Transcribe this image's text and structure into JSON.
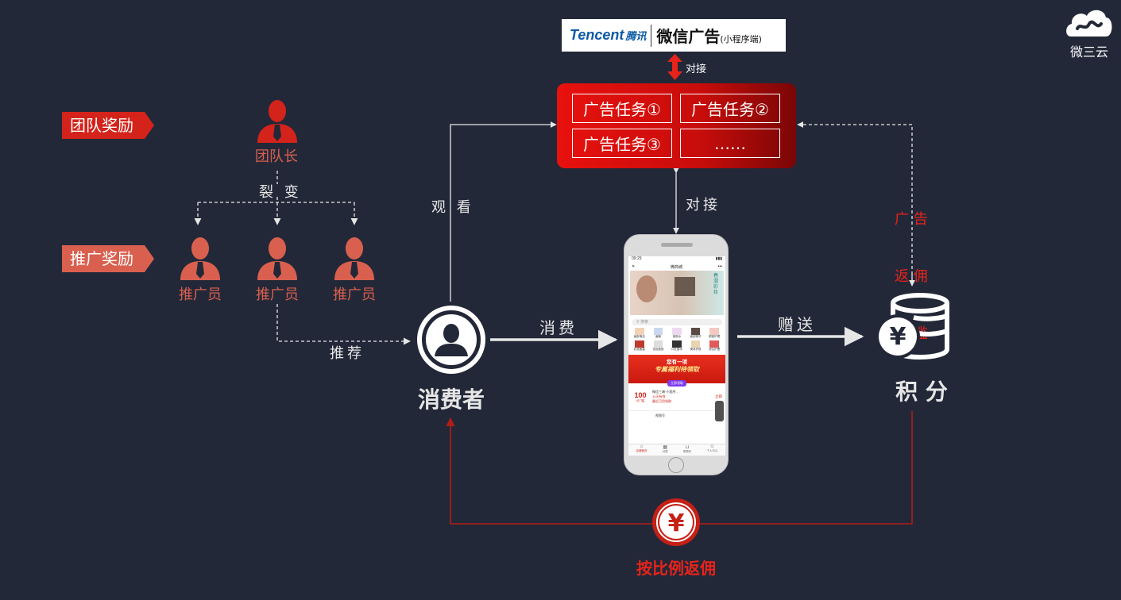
{
  "brand": {
    "name": "微三云"
  },
  "tencent": {
    "brand": "Tencent",
    "cn": "腾讯",
    "title": "微信广告",
    "sub": "(小程序端)"
  },
  "dock_label": "对接",
  "ad_tasks": [
    "广告任务①",
    "广告任务②",
    "广告任务③",
    "……"
  ],
  "rewards": {
    "team": "团队奖励",
    "promo": "推广奖励"
  },
  "team_leader": "团队长",
  "fission": "裂 变",
  "promoters": [
    "推广员",
    "推广员",
    "推广员"
  ],
  "recommend": "推荐",
  "watch": "观 看",
  "consumer": "消费者",
  "consume": "消费",
  "dock2": "对接",
  "gift": "赠送",
  "points": "积 分",
  "ad_threshold": [
    "广 告",
    "返 佣",
    "门 槛"
  ],
  "rebate": "按比例返佣",
  "phone": {
    "time": "09:29",
    "title": "微商城",
    "search_placeholder": "搜索",
    "banner_text": "春 潮 彩 妆",
    "categories": [
      "面部清洁",
      "面膜",
      "爽肤水",
      "面部精华",
      "眼部护理",
      "乳液面霜",
      "化妆面部",
      "口红香水",
      "美体护肤",
      "综合护理"
    ],
    "promo_line1": "您有一项",
    "promo_line2": "专属福利待领取",
    "promo_btn": "立即领取",
    "coupon_value": "100",
    "coupon_unit": "元门槛",
    "coupon_title": "微信三端“小程序...",
    "coupon_sub": "10天有效",
    "coupon_note": "最近可用领取",
    "coupon_cta": "立即",
    "coupon2": "视频号",
    "tabs": [
      "店铺首页",
      "分类",
      "购物车",
      "个人中心"
    ]
  },
  "colors": {
    "bg": "#232838",
    "red": "#d3231a",
    "salmon": "#d9604f",
    "darkred": "#b01e17"
  }
}
